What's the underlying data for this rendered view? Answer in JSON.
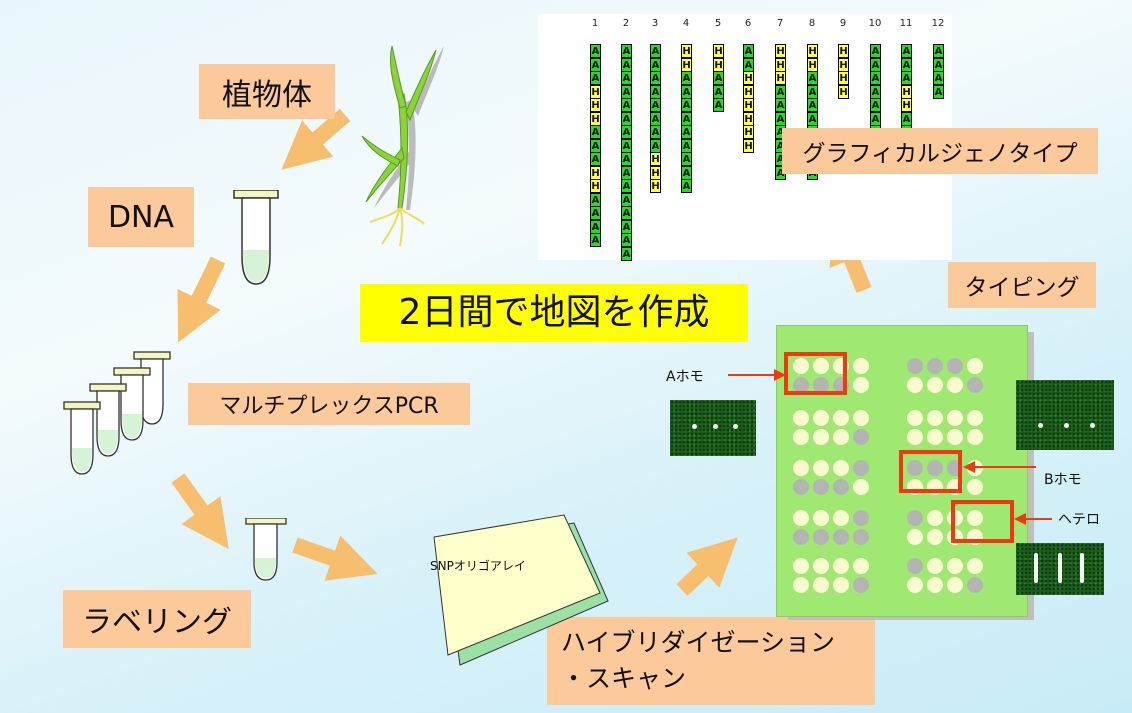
{
  "labels": {
    "plant": "植物体",
    "dna": "DNA",
    "multiplex_pcr": "マルチプレックスPCR",
    "labeling": "ラベリング",
    "snp_array": "SNPオリゴアレイ",
    "hybridization": "ハイブリダイゼーション\n・スキャン",
    "typing": "タイピング",
    "graphical_genotype": "グラフィカルジェノタイプ",
    "headline": "2日間で地図を作成"
  },
  "callouts": {
    "a_homo": "Aホモ",
    "b_homo": "Bホモ",
    "hetero": "ヘテロ"
  },
  "genotype_columns": [
    {
      "num": "1",
      "cells": [
        "A",
        "A",
        "A",
        "H",
        "H",
        "H",
        "A",
        "A",
        "A",
        "H",
        "H",
        "A",
        "A",
        "A",
        "A"
      ]
    },
    {
      "num": "2",
      "cells": [
        "A",
        "A",
        "A",
        "A",
        "A",
        "A",
        "A",
        "A",
        "A",
        "A",
        "A",
        "A",
        "A",
        "A",
        "A",
        "A"
      ]
    },
    {
      "num": "3",
      "cells": [
        "A",
        "A",
        "A",
        "A",
        "A",
        "A",
        "A",
        "A",
        "H",
        "H",
        "H"
      ]
    },
    {
      "num": "4",
      "cells": [
        "H",
        "H",
        "A",
        "A",
        "A",
        "A",
        "A",
        "A",
        "A",
        "A",
        "A"
      ]
    },
    {
      "num": "5",
      "cells": [
        "H",
        "H",
        "A",
        "A",
        "A"
      ]
    },
    {
      "num": "6",
      "cells": [
        "A",
        "A",
        "H",
        "H",
        "H",
        "H",
        "H",
        "H"
      ]
    },
    {
      "num": "7",
      "cells": [
        "H",
        "H",
        "H",
        "A",
        "A",
        "A",
        "A",
        "A",
        "A",
        "A"
      ]
    },
    {
      "num": "8",
      "cells": [
        "H",
        "H",
        "A",
        "A",
        "A",
        "A",
        "A",
        "A",
        "A",
        "A"
      ]
    },
    {
      "num": "9",
      "cells": [
        "H",
        "H",
        "H",
        "H"
      ]
    },
    {
      "num": "10",
      "cells": [
        "A",
        "A",
        "A",
        "A",
        "A",
        "A",
        "A",
        "A"
      ]
    },
    {
      "num": "11",
      "cells": [
        "A",
        "A",
        "A",
        "H",
        "H",
        "A",
        "A",
        "A",
        "A"
      ]
    },
    {
      "num": "12",
      "cells": [
        "A",
        "A",
        "A",
        "A"
      ]
    }
  ],
  "colors": {
    "label_bg": "#fbc99a",
    "arrow": "#f7be6e",
    "allele_A": "#22dd22",
    "allele_H": "#ffff44",
    "headline_bg": "#ffff00",
    "chip_bg": "#9fe871",
    "highlight": "#ee3a12"
  },
  "icons": [
    "plant-icon",
    "tube-icon",
    "arrow-icon",
    "array-slide-icon",
    "scan-image-icon"
  ]
}
